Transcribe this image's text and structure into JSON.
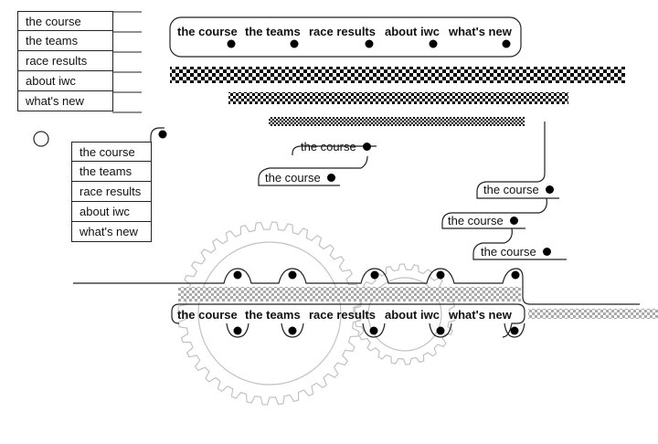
{
  "menu_top_left": [
    "the course",
    "the teams",
    "race results",
    "about iwc",
    "what's new"
  ],
  "menu_second": [
    "the course",
    "the teams",
    "race results",
    "about iwc",
    "what's new"
  ],
  "nav_top": [
    "the course",
    "the teams",
    "race results",
    "about iwc",
    "what's new"
  ],
  "nav_bottom": [
    "the course",
    "the teams",
    "race results",
    "about iwc",
    "what's new"
  ],
  "pills": [
    "the course",
    "the course",
    "the course",
    "the course",
    "the course"
  ],
  "colors": {
    "ink": "#111111",
    "gear": "#bdbdbd"
  },
  "icons": {
    "gear": "gear-icon",
    "dot": "bullet-dot-icon",
    "ring": "ring-icon"
  }
}
